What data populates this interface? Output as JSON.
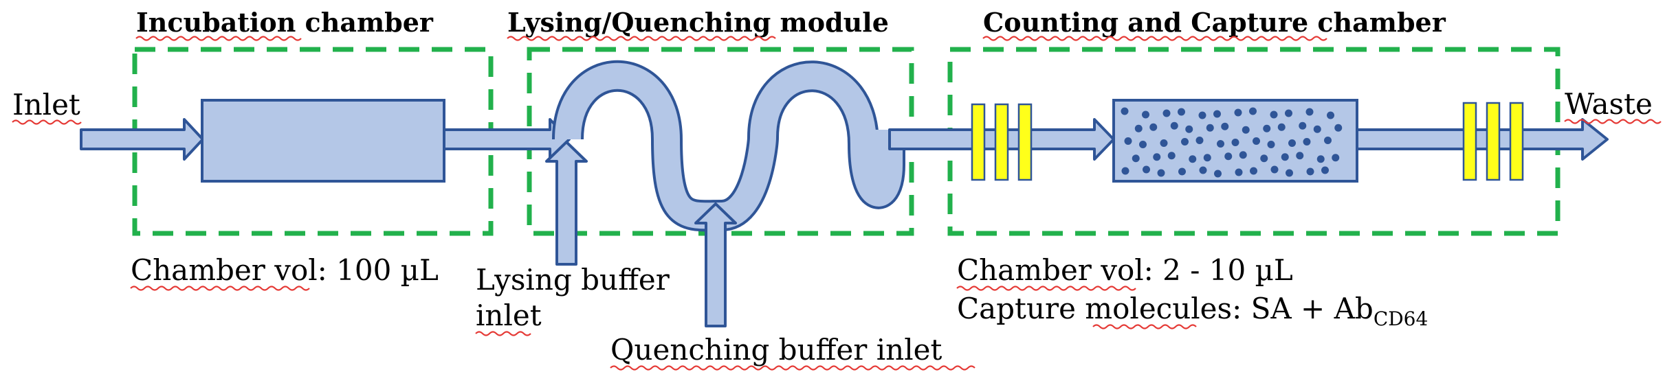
{
  "modules": {
    "incubation": {
      "title": "Incubation chamber",
      "volume_label": "Chamber vol: 100 µL"
    },
    "lysing": {
      "title": "Lysing/Quenching module"
    },
    "counting": {
      "title": "Counting and Capture chamber",
      "volume_label": "Chamber vol: 2 - 10 µL",
      "capture_prefix": "Capture molecules: SA + Ab",
      "capture_subscript": "CD64"
    }
  },
  "ports": {
    "inlet": "Inlet",
    "waste": "Waste",
    "lysing_buffer_line1": "Lysing buffer",
    "lysing_buffer_line2": "inlet",
    "quenching_buffer": "Quenching buffer inlet"
  },
  "colors": {
    "channel_fill": "#b4c7e7",
    "channel_stroke": "#2f5597",
    "module_border": "#22b14c",
    "electrode_fill": "#ffff1a",
    "bead": "#2f5597"
  }
}
